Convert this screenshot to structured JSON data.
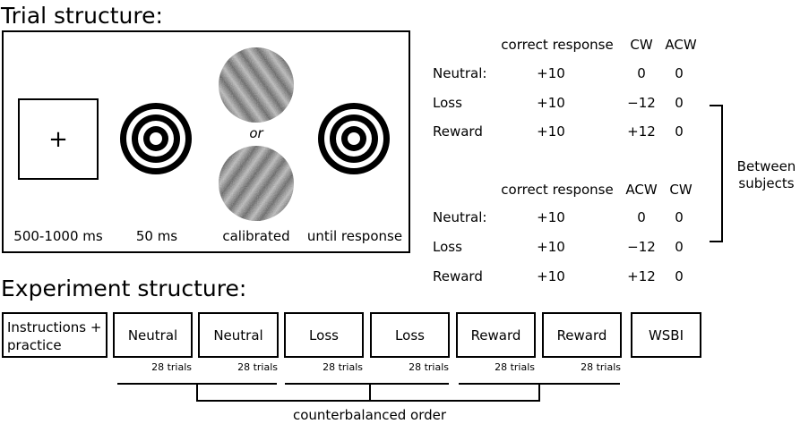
{
  "trial_title": "Trial structure:",
  "experiment_title": "Experiment structure:",
  "trial": {
    "fixation_symbol": "+",
    "or_label": "or",
    "durations": [
      "500-1000 ms",
      "50 ms",
      "calibrated",
      "until response"
    ]
  },
  "table1": {
    "headers": [
      "correct response",
      "CW",
      "ACW"
    ],
    "rows": [
      {
        "label": "Neutral:",
        "correct": "+10",
        "c1": "0",
        "c2": "0"
      },
      {
        "label": "Loss",
        "correct": "+10",
        "c1": "−12",
        "c2": "0"
      },
      {
        "label": "Reward",
        "correct": "+10",
        "c1": "+12",
        "c2": "0"
      }
    ]
  },
  "table2": {
    "headers": [
      "correct response",
      "ACW",
      "CW"
    ],
    "rows": [
      {
        "label": "Neutral:",
        "correct": "+10",
        "c1": "0",
        "c2": "0"
      },
      {
        "label": "Loss",
        "correct": "+10",
        "c1": "−12",
        "c2": "0"
      },
      {
        "label": "Reward",
        "correct": "+10",
        "c1": "+12",
        "c2": "0"
      }
    ]
  },
  "between_label": [
    "Between",
    "subjects"
  ],
  "experiment": {
    "instructions": [
      "Instructions +",
      "practice"
    ],
    "blocks": [
      {
        "label": "Neutral",
        "trials": "28 trials"
      },
      {
        "label": "Neutral",
        "trials": "28 trials"
      },
      {
        "label": "Loss",
        "trials": "28 trials"
      },
      {
        "label": "Loss",
        "trials": "28 trials"
      },
      {
        "label": "Reward",
        "trials": "28 trials"
      },
      {
        "label": "Reward",
        "trials": "28 trials"
      }
    ],
    "final_block": "WSBI",
    "counterbalanced_label": "counterbalanced order"
  },
  "colors": {
    "line": "#000000",
    "background": "#ffffff",
    "grating_mid": "#8a8a8a"
  }
}
